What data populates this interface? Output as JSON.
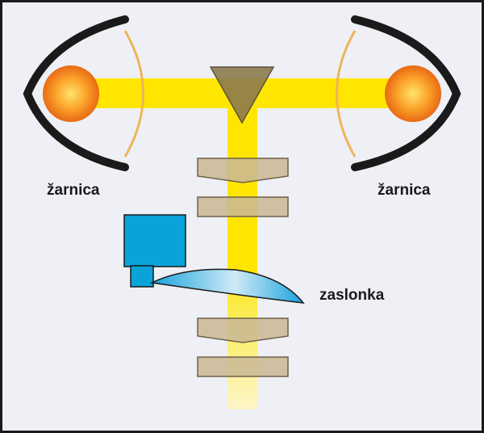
{
  "labels": {
    "lamp_left": "žarnica",
    "lamp_right": "žarnica",
    "shutter": "zaslonka"
  },
  "colors": {
    "background": "#eef0f6",
    "border": "#1a1a1a",
    "light_beam": "#ffe600",
    "light_beam_faded": "#fff4b0",
    "bulb_center": "#ffe46a",
    "bulb_mid": "#fba22a",
    "bulb_edge": "#e86a14",
    "reflector": "#1a1a1a",
    "reflector_inner": "#f0b45a",
    "prism": "#8c7a4e",
    "lens": "#c9b894",
    "lens_edge": "#6e6148",
    "actuator": "#0aa3d9",
    "shutter_blade": "#38b6e6"
  }
}
